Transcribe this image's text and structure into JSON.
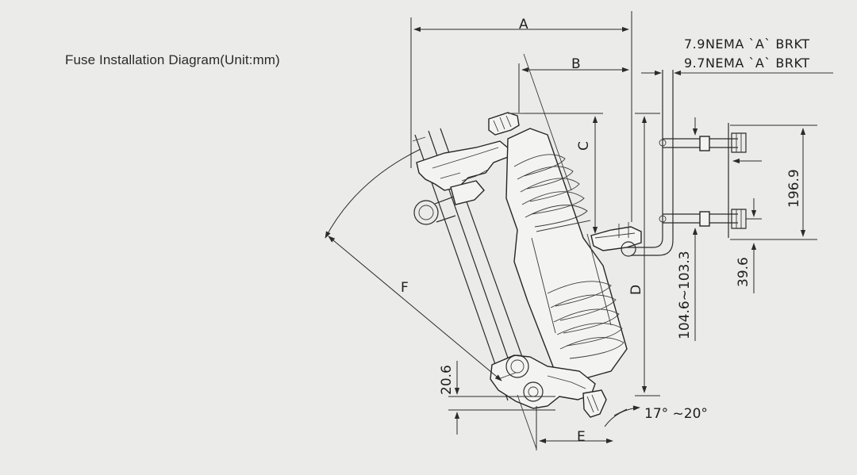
{
  "title": "Fuse Installation Diagram(Unit:mm)",
  "labels": {
    "a": "A",
    "b": "B",
    "c": "C",
    "d": "D",
    "e": "E",
    "f": "F"
  },
  "notes": {
    "bracket_1": "7.9NEMA `A` BRKT",
    "bracket_2": "9.7NEMA `A` BRKT"
  },
  "dimensions": {
    "height_bracket": "196.9",
    "offset_bracket": "39.6",
    "range_mount": "104.6~103.3",
    "bottom_offset": "20.6",
    "angle": "17° ~20°"
  },
  "colors": {
    "background": "#ebebea",
    "line": "#2b2b2b"
  }
}
